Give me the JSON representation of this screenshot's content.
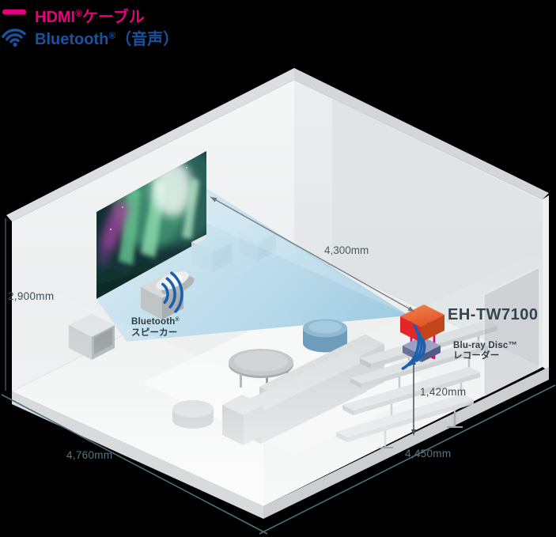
{
  "legend": {
    "hdmi": {
      "brand": "HDMI",
      "reg": "®",
      "rest": "ケーブル",
      "color": "#e6007e"
    },
    "bluetooth": {
      "brand": "Bluetooth",
      "reg": "®",
      "rest": "（音声）",
      "color": "#1a52a2"
    }
  },
  "product": {
    "model": "EH-TW7100"
  },
  "devices": {
    "bt_speaker": {
      "line1": "Bluetooth",
      "reg": "®",
      "line2": "スピーカー"
    },
    "bluray": {
      "line1": "Blu-ray Disc™",
      "line2": "レコーダー"
    }
  },
  "dimensions": {
    "room_height": "2,900mm",
    "room_width": "4,760mm",
    "room_depth": "4,450mm",
    "projection_distance": "4,300mm",
    "stand_height": "1,420mm"
  },
  "colors": {
    "hdmi_accent": "#e6007e",
    "bluetooth_accent": "#1a52a2",
    "projector_orange": "#e4552a",
    "projector_red": "#e42629",
    "cone_blue": "#a7d2e6"
  }
}
